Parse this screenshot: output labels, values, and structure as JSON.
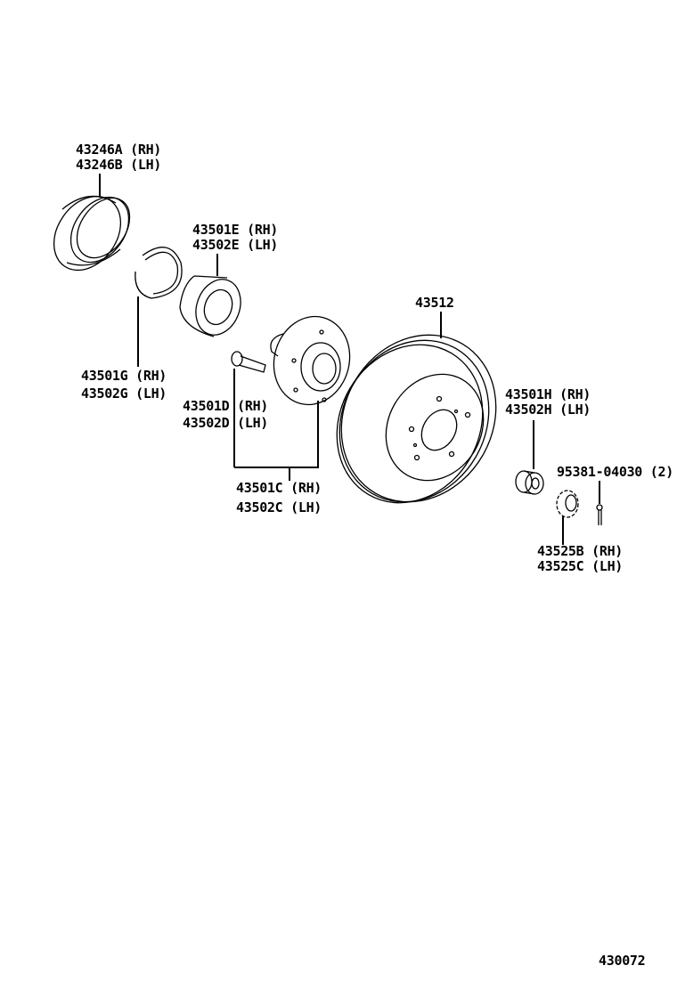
{
  "diagram_number": "430072",
  "parts": [
    {
      "id": "oil-seal",
      "lines": [
        "43246A (RH)",
        "43246B (LH)"
      ]
    },
    {
      "id": "bearing",
      "lines": [
        "43501E (RH)",
        "43502E (LH)"
      ]
    },
    {
      "id": "snap-ring",
      "lines": [
        "43501G (RH)",
        "43502G (LH)"
      ]
    },
    {
      "id": "hub-bolt",
      "lines": [
        "43501D (RH)",
        "43502D (LH)"
      ]
    },
    {
      "id": "hub-assembly",
      "lines": [
        "43501C (RH)",
        "43502C (LH)"
      ]
    },
    {
      "id": "disc-rotor",
      "lines": [
        "43512"
      ]
    },
    {
      "id": "hub-nut",
      "lines": [
        "43501H (RH)",
        "43502H (LH)"
      ]
    },
    {
      "id": "cotter-pin",
      "lines": [
        "95381-04030 (2)"
      ]
    },
    {
      "id": "nut-lock-cap",
      "lines": [
        "43525B (RH)",
        "43525C (LH)"
      ]
    }
  ]
}
